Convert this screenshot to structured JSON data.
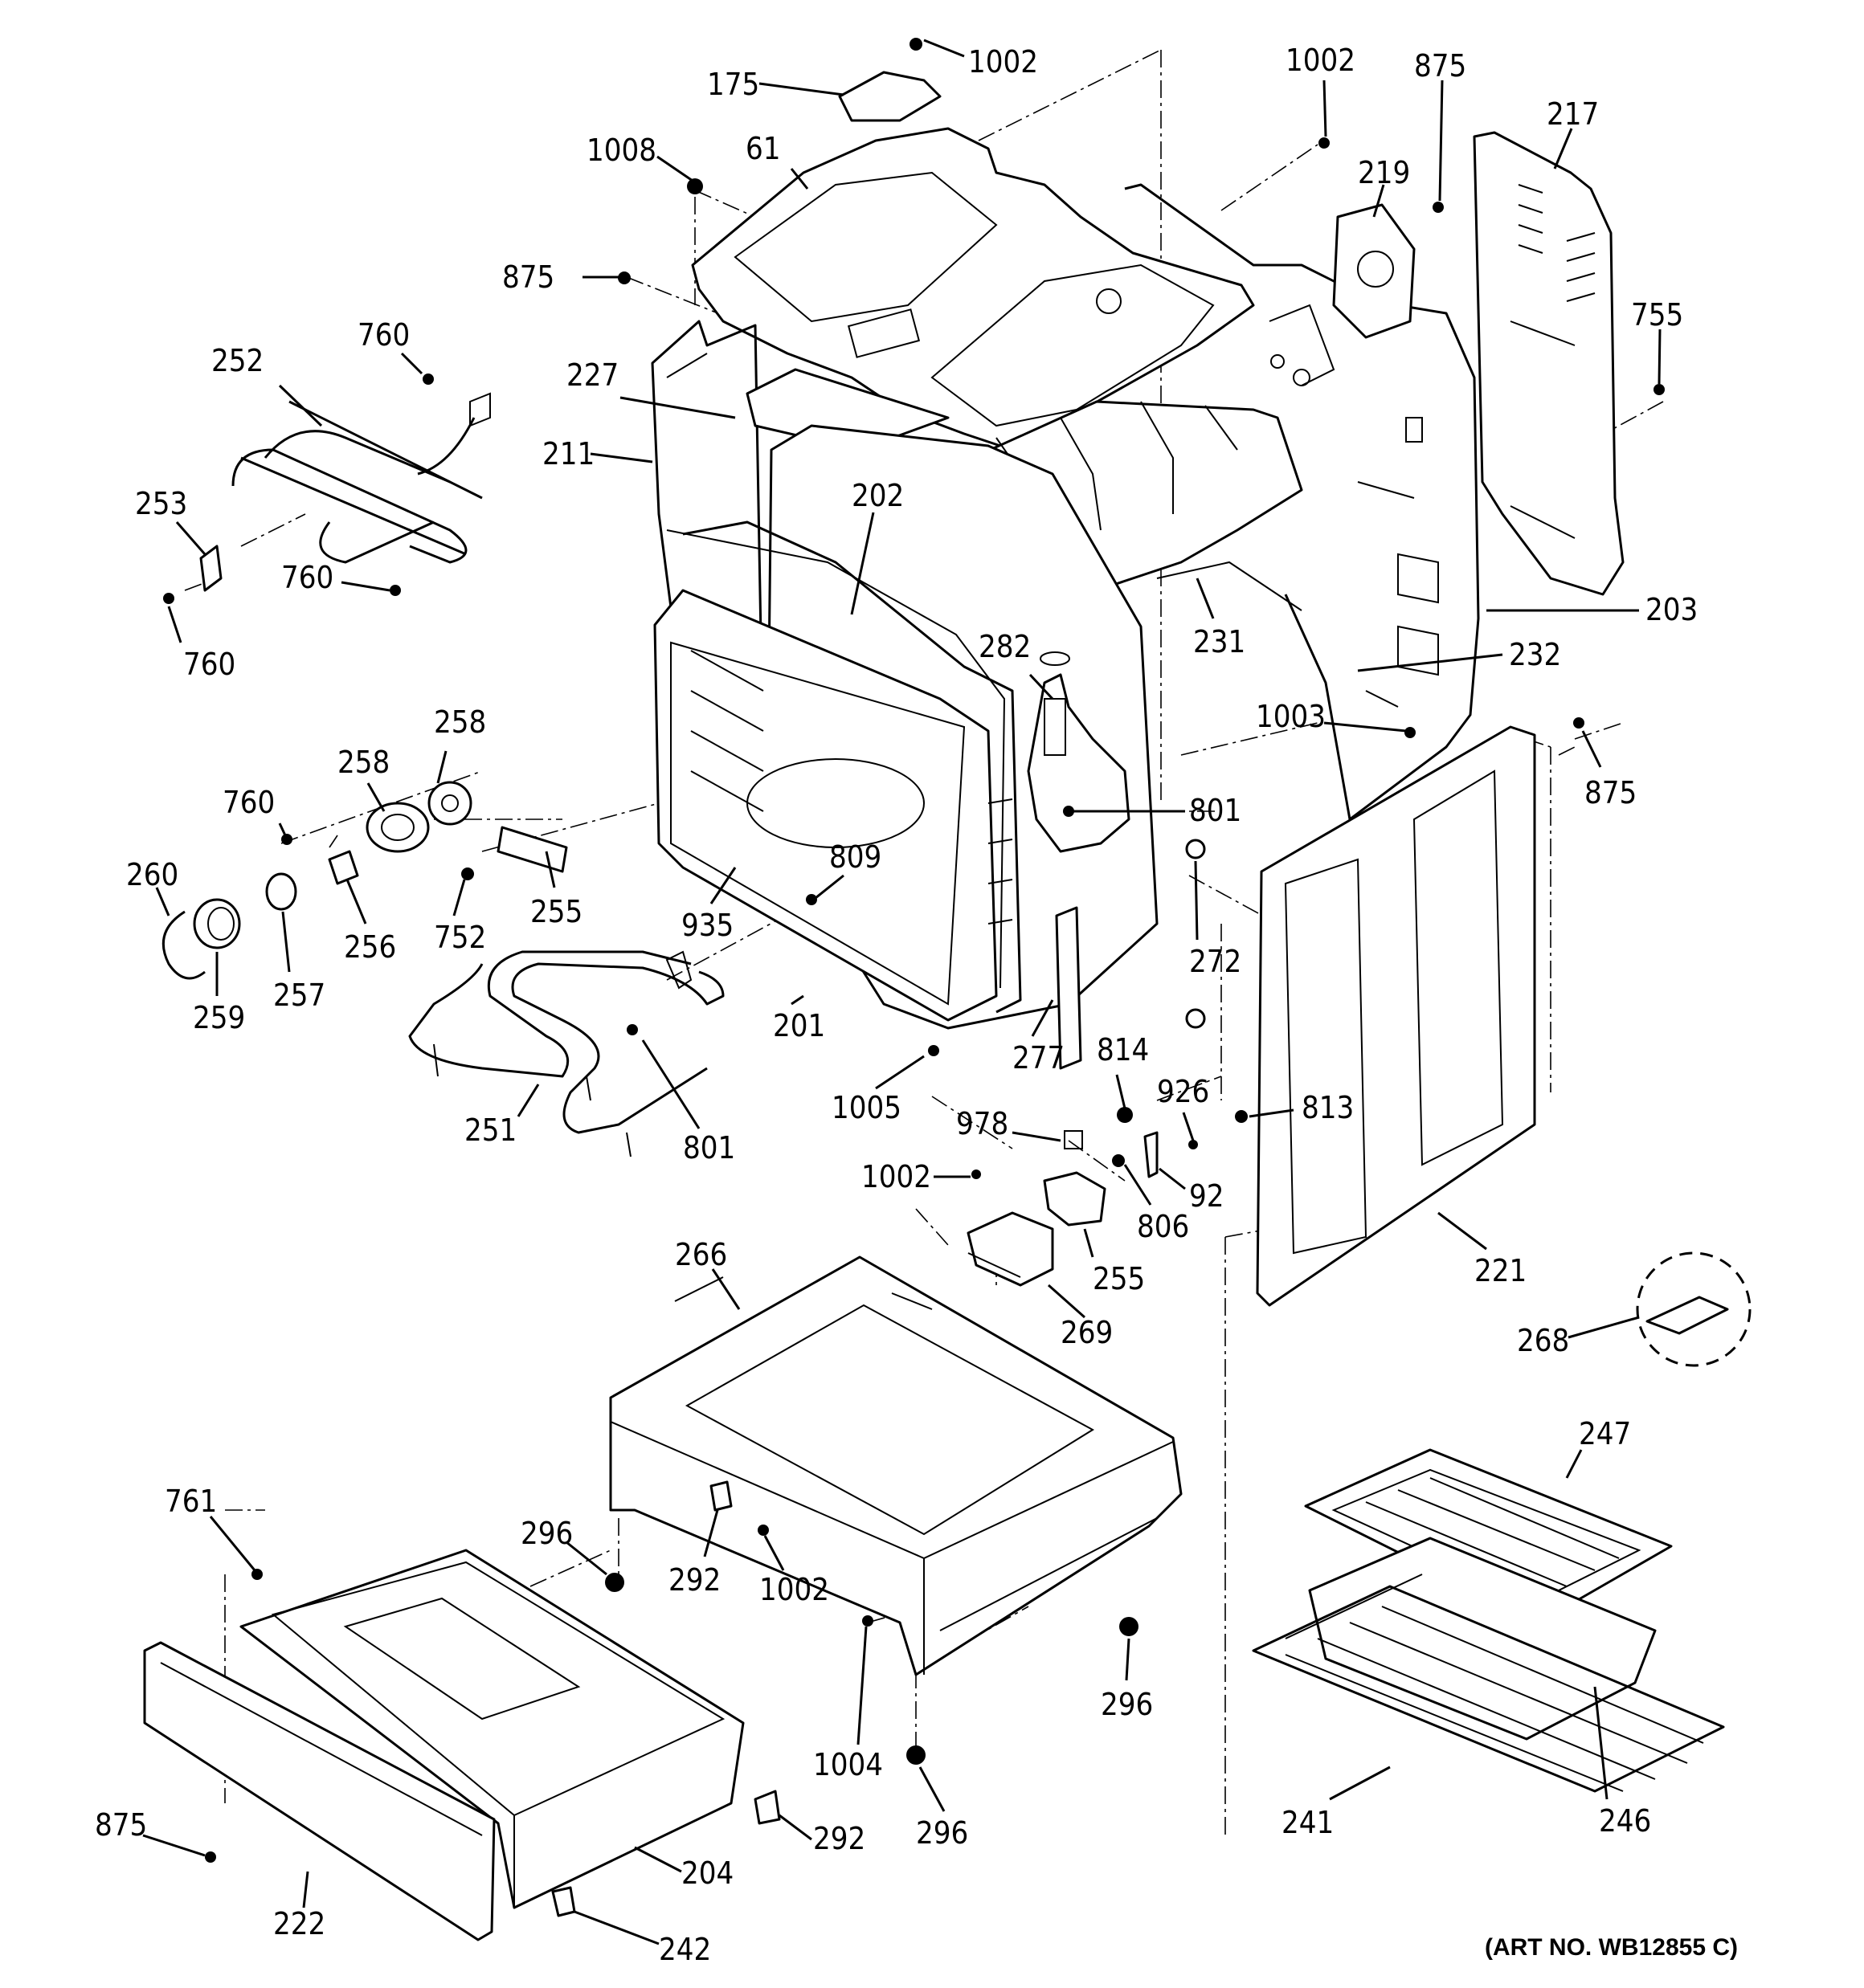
{
  "labels": [
    {
      "id": "p1002a",
      "text": "1002"
    },
    {
      "id": "p175",
      "text": "175"
    },
    {
      "id": "p1002b",
      "text": "1002"
    },
    {
      "id": "p875a",
      "text": "875"
    },
    {
      "id": "p217",
      "text": "217"
    },
    {
      "id": "p1008",
      "text": "1008"
    },
    {
      "id": "p61",
      "text": "61"
    },
    {
      "id": "p219",
      "text": "219"
    },
    {
      "id": "p875b",
      "text": "875"
    },
    {
      "id": "p755",
      "text": "755"
    },
    {
      "id": "p760a",
      "text": "760"
    },
    {
      "id": "p252",
      "text": "252"
    },
    {
      "id": "p227",
      "text": "227"
    },
    {
      "id": "p211",
      "text": "211"
    },
    {
      "id": "p253",
      "text": "253"
    },
    {
      "id": "p760b",
      "text": "760"
    },
    {
      "id": "p760c",
      "text": "760"
    },
    {
      "id": "p202",
      "text": "202"
    },
    {
      "id": "p231",
      "text": "231"
    },
    {
      "id": "p203",
      "text": "203"
    },
    {
      "id": "p282",
      "text": "282"
    },
    {
      "id": "p232",
      "text": "232"
    },
    {
      "id": "p1003",
      "text": "1003"
    },
    {
      "id": "p875c",
      "text": "875"
    },
    {
      "id": "p258a",
      "text": "258"
    },
    {
      "id": "p258b",
      "text": "258"
    },
    {
      "id": "p760d",
      "text": "760"
    },
    {
      "id": "p801a",
      "text": "801"
    },
    {
      "id": "p260",
      "text": "260"
    },
    {
      "id": "p809",
      "text": "809"
    },
    {
      "id": "p256",
      "text": "256"
    },
    {
      "id": "p752",
      "text": "752"
    },
    {
      "id": "p255a",
      "text": "255"
    },
    {
      "id": "p935",
      "text": "935"
    },
    {
      "id": "p272",
      "text": "272"
    },
    {
      "id": "p259",
      "text": "259"
    },
    {
      "id": "p257",
      "text": "257"
    },
    {
      "id": "p201",
      "text": "201"
    },
    {
      "id": "p277",
      "text": "277"
    },
    {
      "id": "p814",
      "text": "814"
    },
    {
      "id": "p926",
      "text": "926"
    },
    {
      "id": "p1005",
      "text": "1005"
    },
    {
      "id": "p813",
      "text": "813"
    },
    {
      "id": "p251",
      "text": "251"
    },
    {
      "id": "p801b",
      "text": "801"
    },
    {
      "id": "p978",
      "text": "978"
    },
    {
      "id": "p1002c",
      "text": "1002"
    },
    {
      "id": "p92",
      "text": "92"
    },
    {
      "id": "p806",
      "text": "806"
    },
    {
      "id": "p221",
      "text": "221"
    },
    {
      "id": "p266",
      "text": "266"
    },
    {
      "id": "p255b",
      "text": "255"
    },
    {
      "id": "p269",
      "text": "269"
    },
    {
      "id": "p268",
      "text": "268"
    },
    {
      "id": "p247",
      "text": "247"
    },
    {
      "id": "p761",
      "text": "761"
    },
    {
      "id": "p296a",
      "text": "296"
    },
    {
      "id": "p292a",
      "text": "292"
    },
    {
      "id": "p1002d",
      "text": "1002"
    },
    {
      "id": "p296b",
      "text": "296"
    },
    {
      "id": "p1004",
      "text": "1004"
    },
    {
      "id": "p241",
      "text": "241"
    },
    {
      "id": "p246",
      "text": "246"
    },
    {
      "id": "p296c",
      "text": "296"
    },
    {
      "id": "p875d",
      "text": "875"
    },
    {
      "id": "p292b",
      "text": "292"
    },
    {
      "id": "p204",
      "text": "204"
    },
    {
      "id": "p222",
      "text": "222"
    },
    {
      "id": "p242",
      "text": "242"
    }
  ],
  "art_number": "(ART NO. WB12855 C)"
}
